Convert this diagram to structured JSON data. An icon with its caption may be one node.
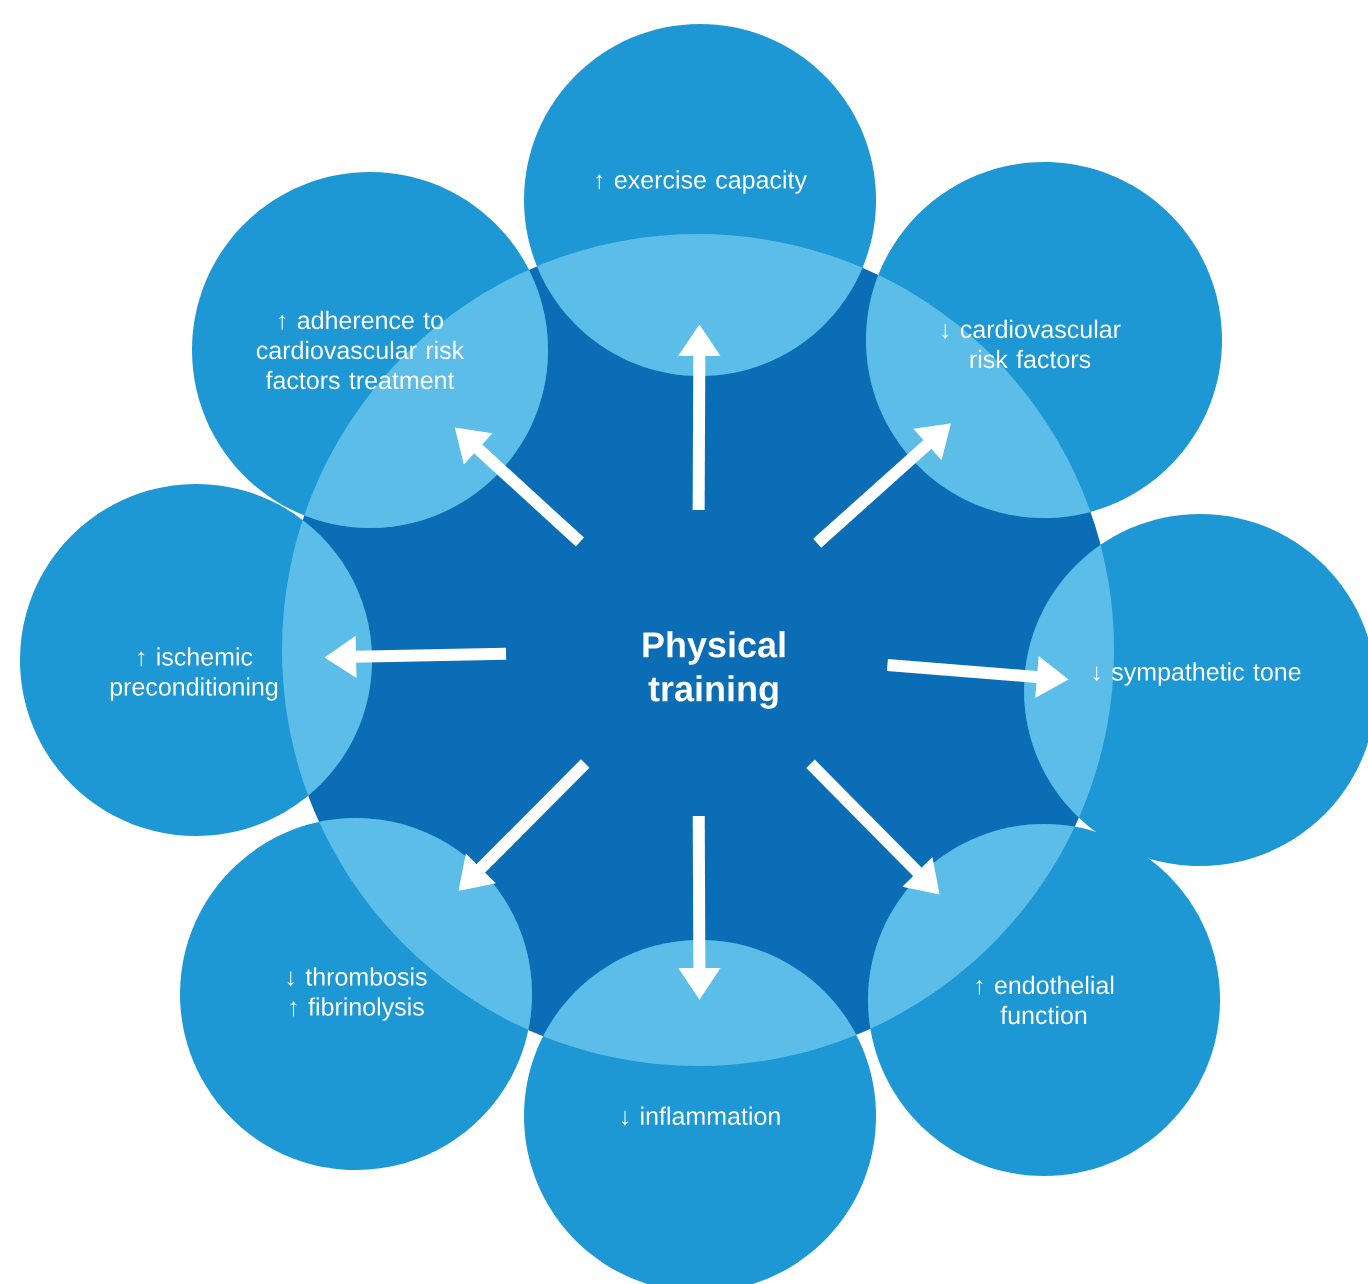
{
  "diagram": {
    "nodes": [
      {
        "text": [
          "Physical training"
        ]
      },
      {
        "text": [
          "↑ exercise capacity"
        ]
      },
      {
        "text": [
          "↓ cardiovascular risk factors"
        ]
      },
      {
        "text": [
          "↓ sympathetic tone"
        ]
      },
      {
        "text": [
          "↑ endothelial function"
        ]
      },
      {
        "text": [
          "↓ inflammation"
        ]
      },
      {
        "text": [
          "↓ thrombosis ↑ fibrinolysis"
        ]
      },
      {
        "text": [
          "↑ ischemic preconditioning"
        ]
      },
      {
        "text": [
          "↑ adherence to cardiovascular risk factors treatment"
        ]
      }
    ],
    "edges": [
      {
        "from": 0,
        "to": 1,
        "arrow": "to"
      },
      {
        "from": 0,
        "to": 2,
        "arrow": "to"
      },
      {
        "from": 0,
        "to": 3,
        "arrow": "to"
      },
      {
        "from": 0,
        "to": 4,
        "arrow": "to"
      },
      {
        "from": 0,
        "to": 5,
        "arrow": "to"
      },
      {
        "from": 0,
        "to": 6,
        "arrow": "to"
      },
      {
        "from": 0,
        "to": 7,
        "arrow": "to"
      },
      {
        "from": 0,
        "to": 8,
        "arrow": "to"
      }
    ]
  }
}
